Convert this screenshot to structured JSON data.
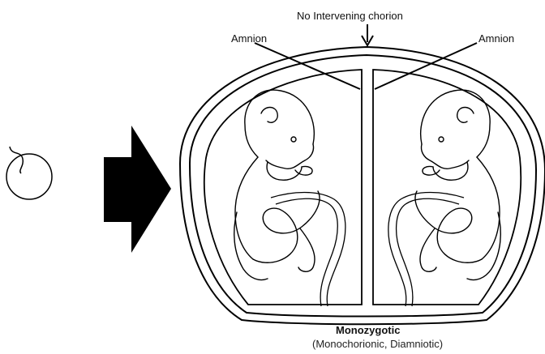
{
  "labels": {
    "top": "No Intervening chorion",
    "amnion_left": "Amnion",
    "amnion_right": "Amnion",
    "type": "Monozygotic",
    "subtype": "(Monochorionic, Diamniotic)"
  }
}
